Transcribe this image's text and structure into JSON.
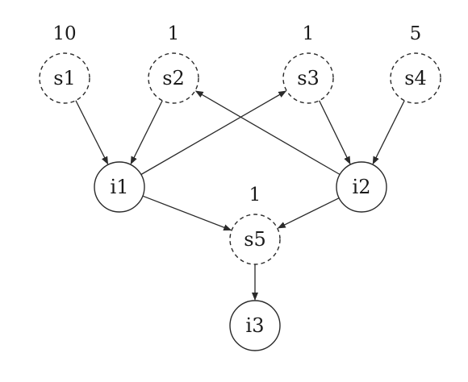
{
  "diagram": {
    "nodes": [
      {
        "id": "s1",
        "label": "s1",
        "weight": "10",
        "dashed": true
      },
      {
        "id": "s2",
        "label": "s2",
        "weight": "1",
        "dashed": true
      },
      {
        "id": "s3",
        "label": "s3",
        "weight": "1",
        "dashed": true
      },
      {
        "id": "s4",
        "label": "s4",
        "weight": "5",
        "dashed": true
      },
      {
        "id": "i1",
        "label": "i1",
        "weight": "",
        "dashed": false
      },
      {
        "id": "i2",
        "label": "i2",
        "weight": "",
        "dashed": false
      },
      {
        "id": "s5",
        "label": "s5",
        "weight": "1",
        "dashed": true
      },
      {
        "id": "i3",
        "label": "i3",
        "weight": "",
        "dashed": false
      }
    ],
    "edges": [
      {
        "from": "s1",
        "to": "i1"
      },
      {
        "from": "s2",
        "to": "i1"
      },
      {
        "from": "i1",
        "to": "s3"
      },
      {
        "from": "i2",
        "to": "s2"
      },
      {
        "from": "s3",
        "to": "i2"
      },
      {
        "from": "s4",
        "to": "i2"
      },
      {
        "from": "i1",
        "to": "s5"
      },
      {
        "from": "i2",
        "to": "s5"
      },
      {
        "from": "s5",
        "to": "i3"
      }
    ],
    "colors": {
      "stroke": "#2a2a2a",
      "text": "#1a1a1a",
      "background": "#ffffff"
    }
  }
}
